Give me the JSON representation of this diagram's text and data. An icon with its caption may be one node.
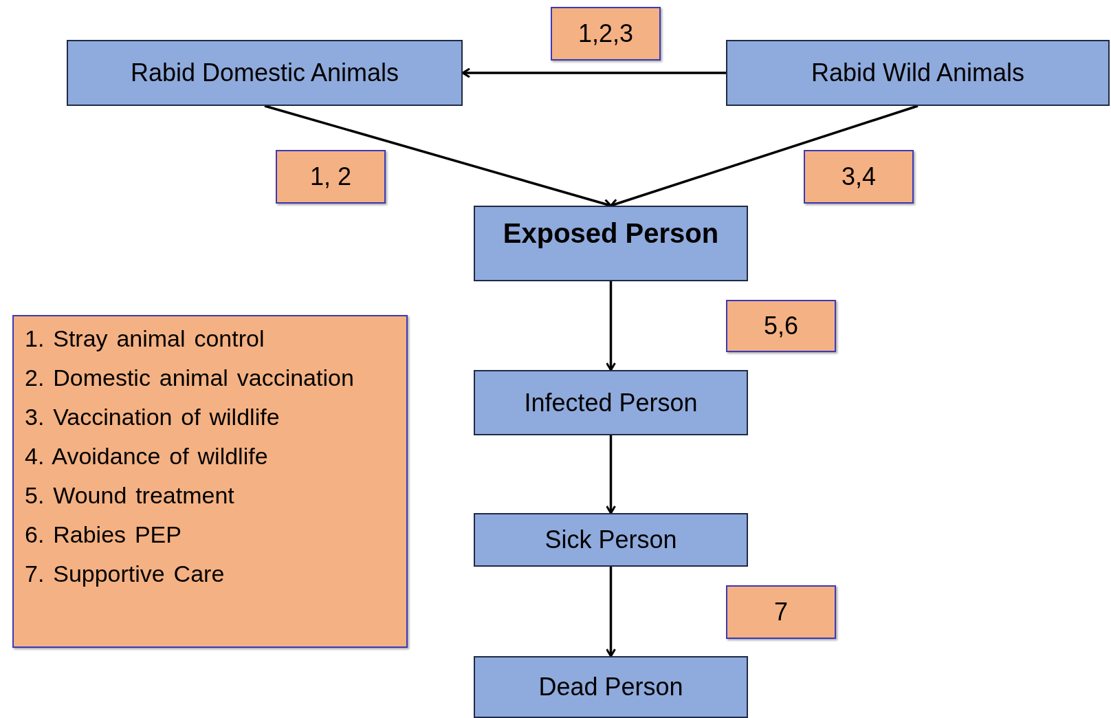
{
  "diagram": {
    "nodes": [
      {
        "text": [
          "Rabid Domestic Animals"
        ]
      },
      {
        "text": [
          "1,2,3"
        ]
      },
      {
        "text": [
          "Rabid Wild Animals"
        ]
      },
      {
        "text": [
          "1, 2"
        ]
      },
      {
        "text": [
          "3,4"
        ]
      },
      {
        "text": [
          "Exposed Person"
        ]
      },
      {
        "text": [
          "1. Stray animal control",
          "2. Domestic animal vaccination",
          "3. Vaccination of wildlife",
          "4. Avoidance of wildlife",
          "5. Wound treatment",
          "6. Rabies PEP",
          "7. Supportive Care"
        ]
      },
      {
        "text": [
          "5,6"
        ]
      },
      {
        "text": [
          "Infected Person"
        ]
      },
      {
        "text": [
          "Sick Person"
        ]
      },
      {
        "text": [
          "7"
        ]
      },
      {
        "text": [
          "Dead Person"
        ]
      }
    ],
    "edges": [
      {
        "from": 2,
        "to": 0,
        "arrow": "to"
      },
      {
        "from": 0,
        "to": 5,
        "arrow": "to"
      },
      {
        "from": 2,
        "to": 5,
        "arrow": "to"
      },
      {
        "from": 5,
        "to": 8,
        "arrow": "to"
      },
      {
        "from": 8,
        "to": 9,
        "arrow": "to"
      },
      {
        "from": 9,
        "to": 11,
        "arrow": "to"
      }
    ]
  }
}
